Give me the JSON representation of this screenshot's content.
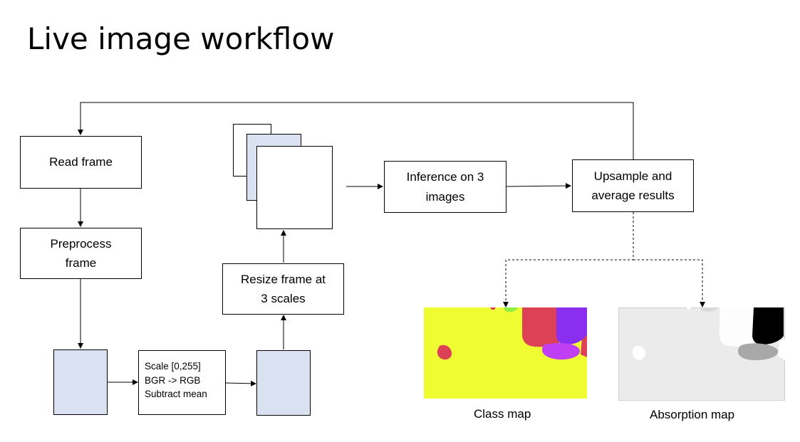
{
  "title": "Live image workflow",
  "boxes": {
    "read_frame": "Read frame",
    "preprocess": "Preprocess\nframe",
    "resize": "Resize frame at\n3 scales",
    "inference": "Inference on 3\nimages",
    "upsample": "Upsample and\naverage results"
  },
  "preprocess_steps": "Scale [0,255]\nBGR -> RGB\nSubtract mean",
  "captions": {
    "class_map": "Class map",
    "absorption_map": "Absorption map"
  },
  "colors": {
    "frame_fill": "#dae1f0",
    "class_bg": "#f0fc32",
    "class_red": "#dc4155",
    "class_purple": "#8a2ff0",
    "class_magenta": "#c03ff5",
    "class_green": "#90ee40",
    "abs_bg": "#ebebeb"
  }
}
